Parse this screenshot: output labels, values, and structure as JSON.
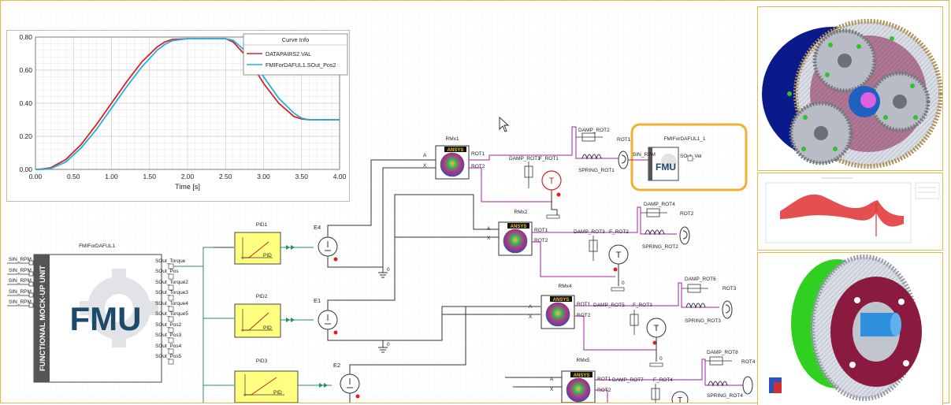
{
  "chart_data": {
    "type": "line",
    "title": "",
    "xlabel": "Time [s]",
    "ylabel": "",
    "xlim": [
      0,
      4.0
    ],
    "ylim": [
      0,
      0.8
    ],
    "grid": true,
    "legend_title": "Curve Info",
    "legend_placement": "top-right",
    "x_ticks": [
      "0.00",
      "0.50",
      "1.00",
      "1.50",
      "2.00",
      "2.50",
      "3.00",
      "3.50",
      "4.00"
    ],
    "y_ticks": [
      "0.00",
      "0.20",
      "0.40",
      "0.60",
      "0.80"
    ],
    "series": [
      {
        "name": "DATAPAIRS2.VAL",
        "color": "#e02020",
        "x": [
          0,
          0.1,
          0.2,
          0.4,
          0.6,
          0.8,
          1.0,
          1.2,
          1.4,
          1.6,
          1.7,
          1.8,
          2.0,
          2.2,
          2.5,
          2.6,
          2.8,
          3.0,
          3.2,
          3.4,
          3.5,
          3.6,
          4.0
        ],
        "y": [
          0,
          0.003,
          0.01,
          0.06,
          0.15,
          0.27,
          0.4,
          0.53,
          0.65,
          0.74,
          0.77,
          0.785,
          0.79,
          0.79,
          0.79,
          0.77,
          0.67,
          0.52,
          0.4,
          0.32,
          0.305,
          0.3,
          0.3
        ]
      },
      {
        "name": "FMIForDAFUL1.SOut_Pos2",
        "color": "#20b0e0",
        "x": [
          0,
          0.1,
          0.2,
          0.4,
          0.6,
          0.8,
          1.0,
          1.2,
          1.4,
          1.6,
          1.7,
          1.8,
          2.0,
          2.2,
          2.5,
          2.6,
          2.8,
          3.0,
          3.2,
          3.4,
          3.5,
          3.6,
          4.0
        ],
        "y": [
          0,
          0.0,
          0.005,
          0.045,
          0.13,
          0.24,
          0.37,
          0.5,
          0.62,
          0.72,
          0.755,
          0.778,
          0.79,
          0.79,
          0.79,
          0.78,
          0.7,
          0.56,
          0.43,
          0.34,
          0.31,
          0.3,
          0.3
        ]
      }
    ]
  },
  "fmu_block": {
    "title": "FMIForDAFUL1",
    "side_text": "FUNCTIONAL MOCK-UP UNIT",
    "logo_text": "FMU",
    "inputs": [
      "SIN_RPM",
      "SIN_RPM",
      "SIN_RPM",
      "SIN_RPM",
      "SIN_RPM"
    ],
    "outputs": [
      "SOut_Torque",
      "SOut_Pos",
      "SOut_Torque2",
      "SOut_Torque3",
      "SOut_Torque4",
      "SOut_Torque5",
      "SOut_Pos2",
      "SOut_Pos3",
      "SOut_Pos4",
      "SOut_Pos5"
    ]
  },
  "fmu_small": {
    "title": "FMIForDAFUL1_1",
    "logo_text": "FMU",
    "port_in": "SIN_RPM",
    "port_out": "SOut_Vel"
  },
  "pid_blocks": [
    {
      "title": "PID1",
      "label": "PID"
    },
    {
      "title": "PID2",
      "label": "PID"
    },
    {
      "title": "PID3",
      "label": "PID"
    }
  ],
  "sources": [
    {
      "label": "E4"
    },
    {
      "label": "E1"
    },
    {
      "label": "E2"
    }
  ],
  "ground_label": "0",
  "rmx_blocks": [
    {
      "title": "RMx1",
      "logo": "ANSYS",
      "ports": [
        "A",
        "X",
        "ROT1",
        "ROT2"
      ]
    },
    {
      "title": "RMx2",
      "logo": "ANSYS",
      "ports": [
        "A",
        "X",
        "ROT1",
        "ROT2"
      ]
    },
    {
      "title": "RMx4",
      "logo": "ANSYS",
      "ports": [
        "A",
        "X",
        "ROT1",
        "ROT2"
      ]
    },
    {
      "title": "RMx5",
      "logo": "ANSYS",
      "ports": [
        "A",
        "X",
        "ROT1",
        "ROT2"
      ]
    }
  ],
  "damp_labels": [
    {
      "damp": "DAMP_ROT1",
      "f": "F_ROT1",
      "damp2": "DAMP_ROT2",
      "spring": "SPRING_ROT1",
      "rot": "ROT1",
      "torque": "T"
    },
    {
      "damp": "DAMP_ROT3",
      "f": "F_ROT2",
      "damp2": "DAMP_ROT4",
      "spring": "SPRING_ROT2",
      "rot": "ROT2",
      "torque": "T"
    },
    {
      "damp": "DAMP_ROT5",
      "f": "F_ROT3",
      "damp2": "DAMP_ROT6",
      "spring": "SPRING_ROT3",
      "rot": "ROT3",
      "torque": "T"
    },
    {
      "damp": "DAMP_ROT7",
      "f": "F_ROT4",
      "damp2": "DAMP_ROT8",
      "spring": "SPRING_ROT4",
      "rot": "ROT4",
      "torque": "T"
    }
  ],
  "cursor_icon": "arrow-pointer-icon",
  "colors": {
    "accent_highlight": "#f0b030",
    "pid_fill": "#ffff80",
    "wire_magenta": "#a020a0",
    "fmu_blue": "#1b4a6b"
  }
}
